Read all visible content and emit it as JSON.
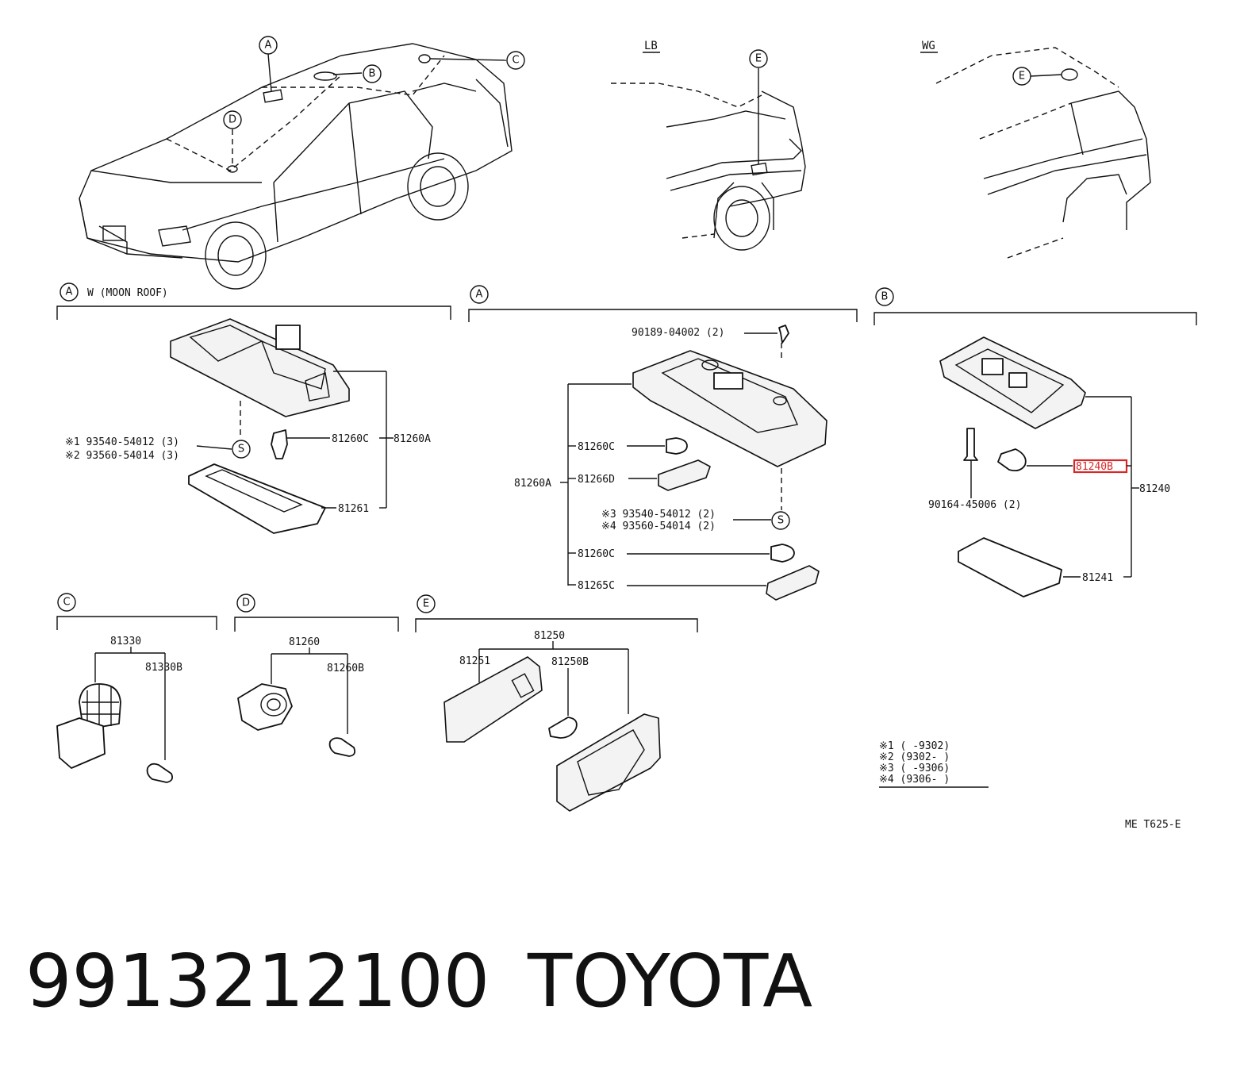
{
  "views": {
    "lb_label": "LB",
    "wg_label": "WG"
  },
  "callouts": {
    "a": "A",
    "b": "B",
    "c": "C",
    "d": "D",
    "e": "E",
    "s": "S"
  },
  "sections": {
    "a_moonroof": {
      "title": "W (MOON ROOF)",
      "note1": "※1 93540-54012 (3)",
      "note2": "※2 93560-54014 (3)",
      "p_81260c": "81260C",
      "p_81260a": "81260A",
      "p_81261": "81261"
    },
    "a_std": {
      "p_90189": "90189-04002 (2)",
      "p_81260c_1": "81260C",
      "p_81266d": "81266D",
      "p_81260a": "81260A",
      "note3": "※3 93540-54012 (2)",
      "note4": "※4 93560-54014 (2)",
      "p_81260c_2": "81260C",
      "p_81265c": "81265C"
    },
    "b": {
      "p_90164": "90164-45006 (2)",
      "p_81240b": "81240B",
      "p_81240": "81240",
      "p_81241": "81241"
    },
    "c": {
      "p_81330": "81330",
      "p_81330b": "81330B"
    },
    "d": {
      "p_81260": "81260",
      "p_81260b": "81260B"
    },
    "e": {
      "p_81250": "81250",
      "p_81251": "81251",
      "p_81250b": "81250B"
    }
  },
  "legend": {
    "row1": "※1 (      -9302)",
    "row2": "※2 (9302-      )",
    "row3": "※3 (      -9306)",
    "row4": "※4 (9306-      )"
  },
  "ref_code": "ME T625-E",
  "footer": {
    "part_number": "9913212100",
    "brand": "TOYOTA"
  },
  "colors": {
    "highlight": "#d62828",
    "ink": "#111111"
  }
}
